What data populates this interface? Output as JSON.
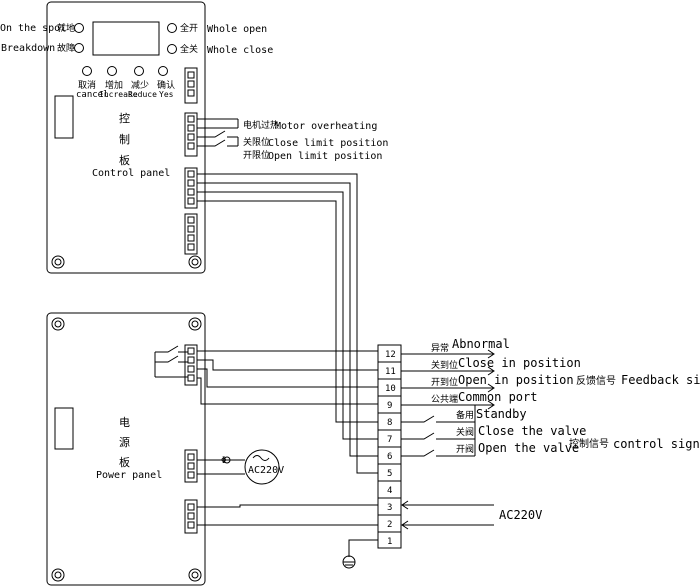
{
  "control_panel": {
    "label_cn_1": "控",
    "label_cn_2": "制",
    "label_cn_3": "板",
    "label_en": "Control panel",
    "indicators": {
      "on_spot_cn": "就地",
      "on_spot_en": "On the spot",
      "breakdown_cn": "故障",
      "breakdown_en": "Breakdown",
      "whole_open_cn": "全开",
      "whole_open_en": "Whole open",
      "whole_close_cn": "全关",
      "whole_close_en": "Whole close"
    },
    "buttons": [
      {
        "cn": "取消",
        "en": "cancel"
      },
      {
        "cn": "增加",
        "en": "Increase"
      },
      {
        "cn": "减少",
        "en": "Reduce"
      },
      {
        "cn": "确认",
        "en": "Yes"
      }
    ],
    "switch_labels": {
      "motor_cn": "电机过热",
      "motor_en": "Motor overheating",
      "close_cn": "关限位",
      "close_en": "Close limit position",
      "open_cn": "开限位",
      "open_en": "Open limit position"
    }
  },
  "power_panel": {
    "label_cn_1": "电",
    "label_cn_2": "源",
    "label_cn_3": "板",
    "label_en": "Power panel",
    "source": "AC220V",
    "fuse_symbol": "Φ"
  },
  "terminal_block": {
    "numbers": [
      "12",
      "11",
      "10",
      "9",
      "8",
      "7",
      "6",
      "5",
      "4",
      "3",
      "2",
      "1"
    ]
  },
  "terminal_labels": {
    "abnormal_cn": "异常",
    "abnormal_en": "Abnormal",
    "close_in_cn": "关到位",
    "close_in_en": "Close in position",
    "open_in_cn": "开到位",
    "open_in_en": "Open in position",
    "common_cn": "公共端",
    "common_en": "Common port",
    "standby_cn": "备用",
    "standby_en": "Standby",
    "close_valve_cn": "关阀",
    "close_valve_en": "Close the valve",
    "open_valve_cn": "开阀",
    "open_valve_en": "Open the valve",
    "mains": "AC220V"
  },
  "groups": {
    "feedback_cn": "反馈信号",
    "feedback_en": "Feedback signal",
    "control_cn": "控制信号",
    "control_en": "control signal"
  }
}
